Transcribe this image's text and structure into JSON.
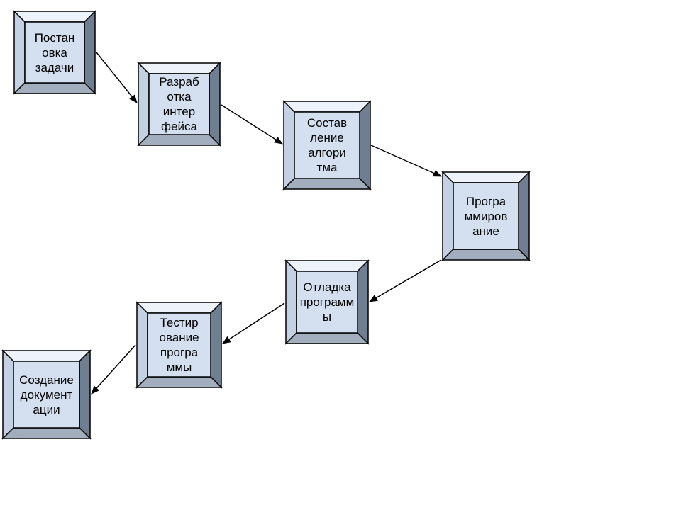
{
  "diagram": {
    "colors": {
      "face": "#d4e0ef",
      "bevel_top": "#eef3fb",
      "bevel_left": "#c3d1e3",
      "bevel_right": "#707e91",
      "bevel_bottom": "#a2aebd",
      "stroke": "#000000"
    },
    "nodes": [
      {
        "id": "n1",
        "label": "Постан\nовка\nзадачи"
      },
      {
        "id": "n2",
        "label": "Разраб\nотка\nинтер\nфейса"
      },
      {
        "id": "n3",
        "label": "Состав\nление\nалгори\nтма"
      },
      {
        "id": "n4",
        "label": "Програ\nммиров\nание"
      },
      {
        "id": "n5",
        "label": "Отладка\nпрограмм\nы"
      },
      {
        "id": "n6",
        "label": "Тестир\nование\nпрогра\nммы"
      },
      {
        "id": "n7",
        "label": "Создание\nдокумент\nации"
      }
    ],
    "edges": [
      {
        "from": "n1",
        "to": "n2"
      },
      {
        "from": "n2",
        "to": "n3"
      },
      {
        "from": "n3",
        "to": "n4"
      },
      {
        "from": "n4",
        "to": "n5"
      },
      {
        "from": "n5",
        "to": "n6"
      },
      {
        "from": "n6",
        "to": "n7"
      }
    ]
  }
}
